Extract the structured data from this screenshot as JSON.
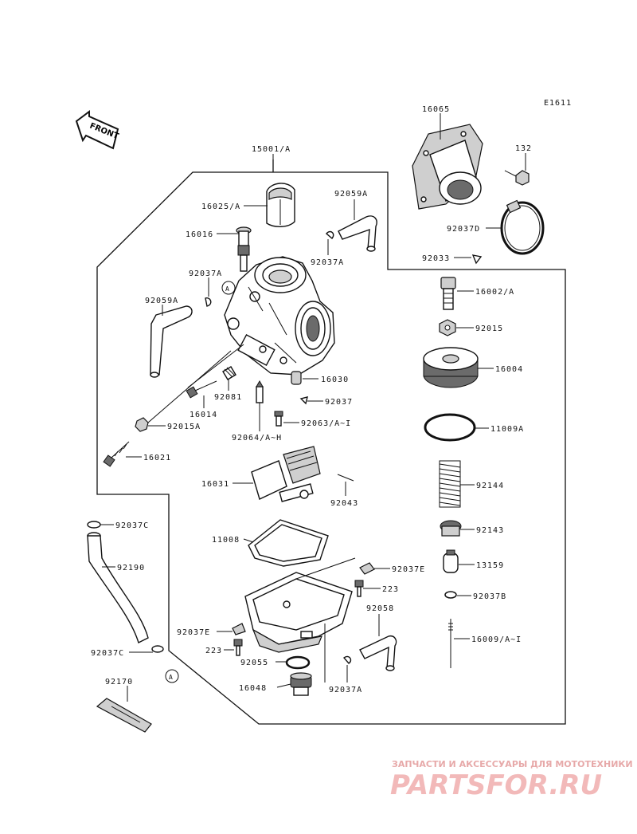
{
  "diagram": {
    "code": "E1611",
    "front_label": "FRONT",
    "circle_marker": "A"
  },
  "labels": {
    "p15001": "15001/A",
    "p16065": "16065",
    "p132": "132",
    "p16025": "16025/A",
    "p92059a_top": "92059A",
    "p92037d": "92037D",
    "p16016": "16016",
    "p92037a_mid": "92037A",
    "p92033": "92033",
    "p92037a_left": "92037A",
    "p16002": "16002/A",
    "p92059a_left": "92059A",
    "p92015": "92015",
    "p16004": "16004",
    "p16030": "16030",
    "p92037": "92037",
    "p16014": "16014",
    "p92081": "92081",
    "p92015a": "92015A",
    "p92063": "92063/A~I",
    "p11009a": "11009A",
    "p92064": "92064/A~H",
    "p16021": "16021",
    "p92144": "92144",
    "p16031": "16031",
    "p92043": "92043",
    "p92037c_top": "92037C",
    "p92143": "92143",
    "p11008": "11008",
    "p92190": "92190",
    "p13159": "13159",
    "p92037e_right": "92037E",
    "p223_right": "223",
    "p92037b": "92037B",
    "p92058": "92058",
    "p92037e_left": "92037E",
    "p16009": "16009/A~I",
    "p223_left": "223",
    "p92037c_bot": "92037C",
    "p92055": "92055",
    "p16048": "16048",
    "p92037a_bot": "92037A",
    "p92170": "92170"
  },
  "watermark": {
    "tagline": "ЗАПЧАСТИ И АКСЕССУАРЫ ДЛЯ МОТОТЕХНИКИ",
    "brand": "PARTSFOR.RU",
    "color": "#f2b9b9"
  }
}
